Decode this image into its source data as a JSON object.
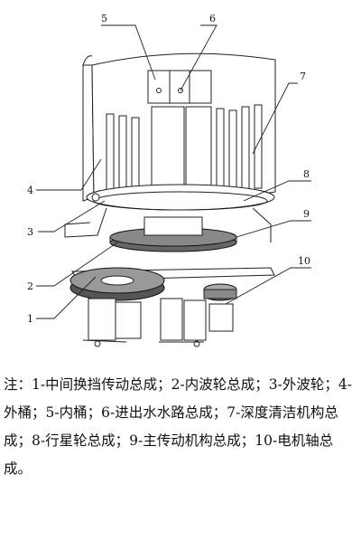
{
  "callouts": [
    {
      "id": "1"
    },
    {
      "id": "2"
    },
    {
      "id": "3"
    },
    {
      "id": "4"
    },
    {
      "id": "5"
    },
    {
      "id": "6"
    },
    {
      "id": "7"
    },
    {
      "id": "8"
    },
    {
      "id": "9"
    },
    {
      "id": "10"
    }
  ],
  "caption": {
    "prefix": "注：",
    "items": [
      "1-中间换挡传动总成；",
      "2-内波轮总成；",
      "3-外波轮；",
      "4-外桶；",
      "5-内桶；",
      "6-进出水水路总成；",
      "7-深度清洁机构总成；",
      "8-行星轮总成；",
      "9-主传动机构总成；",
      "10-电机轴总成。"
    ]
  }
}
